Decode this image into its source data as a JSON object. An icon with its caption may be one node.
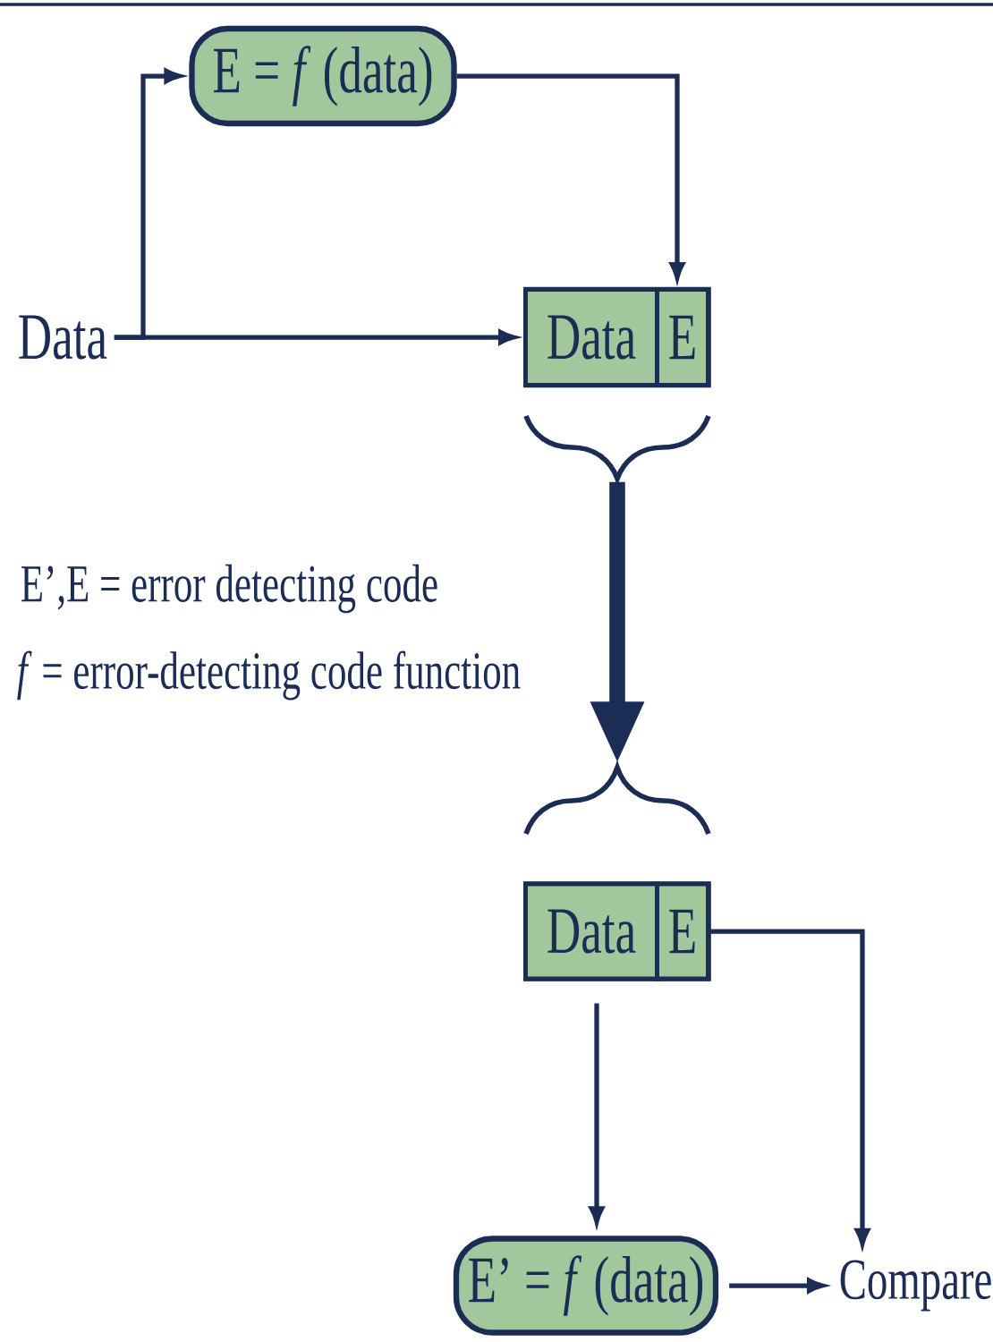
{
  "diagram": {
    "nodes": [
      {
        "text": [
          "E = *f* (data)"
        ]
      },
      {
        "text": [
          "Data"
        ]
      },
      {
        "text": [],
        "shape": "box"
      },
      {
        "text": [
          "Data"
        ],
        "in": 2
      },
      {
        "text": [
          "E"
        ],
        "in": 2
      },
      {
        "text": [],
        "shape": "brace"
      },
      {
        "text": [],
        "shape": "brace"
      },
      {
        "text": [],
        "shape": "box"
      },
      {
        "text": [
          "Data"
        ],
        "in": 7
      },
      {
        "text": [
          "E"
        ],
        "in": 7
      },
      {
        "text": [
          "E’ = *f* (data)"
        ]
      },
      {
        "text": [
          "Compare"
        ]
      }
    ],
    "edges": [
      {
        "from": 1,
        "to": 0,
        "arrow": "to"
      },
      {
        "from": 1,
        "to": 3,
        "arrow": "to"
      },
      {
        "from": 0,
        "to": 4,
        "arrow": "to"
      },
      {
        "from": 5,
        "to": 6,
        "arrow": "to",
        "style": "thick"
      },
      {
        "from": 8,
        "to": 10,
        "arrow": "to"
      },
      {
        "from": 9,
        "to": 11,
        "arrow": "to"
      },
      {
        "from": 10,
        "to": 11,
        "arrow": "to"
      }
    ],
    "labels": [
      "E’,E = error detecting code",
      "*f* = error-detecting code function"
    ]
  }
}
